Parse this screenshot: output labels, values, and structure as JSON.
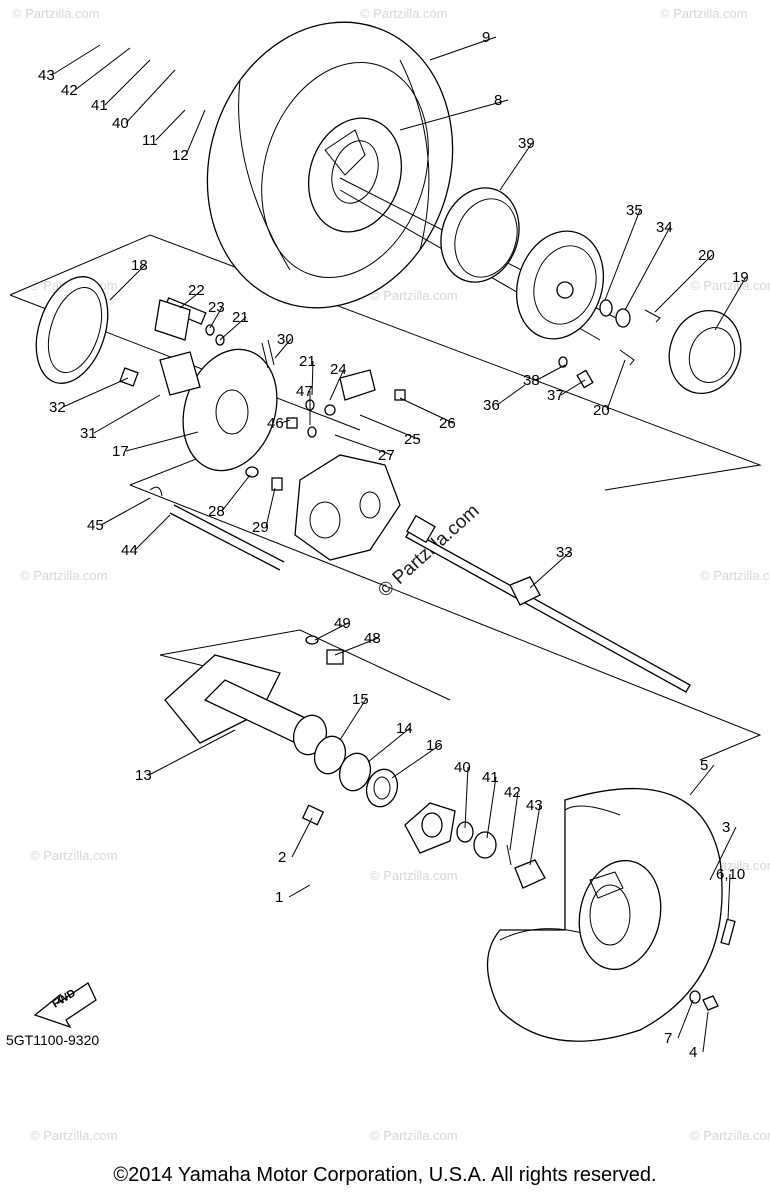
{
  "diagram": {
    "code": "5GT1100-9320",
    "copyright": "©2014 Yamaha Motor Corporation, U.S.A. All rights reserved.",
    "watermark": "© Partzilla.com",
    "fwd_label": "FWD",
    "callouts": [
      "43",
      "42",
      "41",
      "40",
      "11",
      "12",
      "9",
      "8",
      "39",
      "35",
      "34",
      "20",
      "19",
      "18",
      "22",
      "23",
      "21",
      "30",
      "21",
      "24",
      "26",
      "47",
      "46",
      "25",
      "27",
      "36",
      "38",
      "37",
      "20",
      "32",
      "31",
      "17",
      "28",
      "29",
      "45",
      "44",
      "33",
      "49",
      "48",
      "15",
      "14",
      "16",
      "13",
      "40",
      "41",
      "42",
      "43",
      "5",
      "3",
      "6,10",
      "2",
      "1",
      "7",
      "4"
    ]
  }
}
